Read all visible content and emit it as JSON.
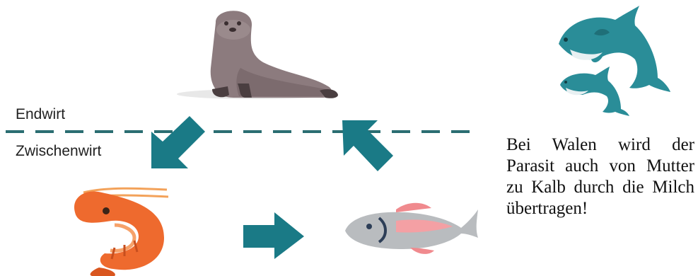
{
  "labels": {
    "endwirt": "Endwirt",
    "zwischenwirt": "Zwischenwirt"
  },
  "note": {
    "text": "Bei Walen wird der Parasit auch von Mutter zu Kalb durch die Milch übertragen!"
  },
  "icons": {
    "seal": "seal-icon",
    "dolphins": "dolphins-icon",
    "shrimp": "shrimp-icon",
    "fish": "fish-icon",
    "arrow_down_left": "arrow-down-left-icon",
    "arrow_right": "arrow-right-icon",
    "arrow_up_left": "arrow-up-left-icon"
  },
  "colors": {
    "arrow": "#1a7a86",
    "divider": "#2b6e72",
    "seal": "#8c7b7e",
    "dolphin": "#2a8d98",
    "shrimp": "#ee6a2e",
    "fish": "#b9bcbf"
  }
}
